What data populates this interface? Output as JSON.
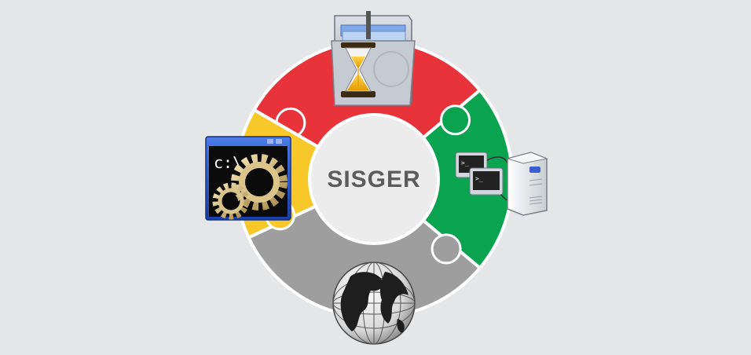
{
  "diagram": {
    "center_label": "SISGER",
    "segments": [
      {
        "name": "top",
        "color": "#e8333a",
        "icon": "hourglass-folder-icon"
      },
      {
        "name": "right",
        "color": "#0aa34f",
        "icon": "server-terminal-icon"
      },
      {
        "name": "bottom",
        "color": "#9e9e9e",
        "icon": "globe-icon"
      },
      {
        "name": "left",
        "color": "#f8c72a",
        "icon": "command-prompt-gears-icon"
      }
    ],
    "icon_texts": {
      "command_prompt": "c:\\"
    },
    "colors": {
      "background": "#e5e6e8",
      "center_fill": "#ececec",
      "center_stroke": "#ffffff",
      "label": "#5c5c5c"
    }
  }
}
